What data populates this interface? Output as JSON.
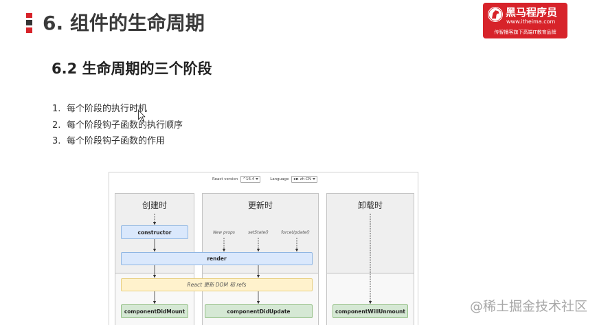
{
  "header": {
    "title": "6. 组件的生命周期"
  },
  "logo": {
    "brand": "黑马程序员",
    "url": "www.itheima.com",
    "tagline": "传智播客旗下高端IT教育品牌"
  },
  "section": {
    "subtitle": "6.2 生命周期的三个阶段",
    "items": [
      {
        "num": "1.",
        "text": "每个阶段的执行时机"
      },
      {
        "num": "2.",
        "text": "每个阶段钩子函数的执行顺序"
      },
      {
        "num": "3.",
        "text": "每个阶段钩子函数的作用"
      }
    ]
  },
  "diagram": {
    "version_label": "React version",
    "version_value": "^16.4",
    "language_label": "Language",
    "language_flag": "cn",
    "language_value": "zh-CN",
    "columns": [
      "创建时",
      "更新时",
      "卸载时"
    ],
    "triggers": [
      "New props",
      "setState()",
      "forceUpdate()"
    ],
    "nodes": {
      "constructor": "constructor",
      "render": "render",
      "update_dom": "React 更新 DOM 和 refs",
      "did_mount": "componentDidMount",
      "did_update": "componentDidUpdate",
      "will_unmount": "componentWillUnmount"
    }
  },
  "watermark": "@稀土掘金技术社区",
  "icons": {
    "section_marker": "section-marker-icon",
    "logo": "horse-head-icon",
    "cursor": "arrow-cursor-icon",
    "select_caret": "chevron-down-icon"
  },
  "colors": {
    "accent": "#d7232a",
    "marker_dark": "#333333",
    "render_fill": "#dae8fc",
    "render_border": "#8fb6e3",
    "dom_fill": "#fff2cc",
    "dom_border": "#e8cf7f",
    "commit_fill": "#d5e8d4",
    "commit_border": "#93bf85",
    "column_upper": "#efefef",
    "column_lower": "#f8f8f8"
  }
}
